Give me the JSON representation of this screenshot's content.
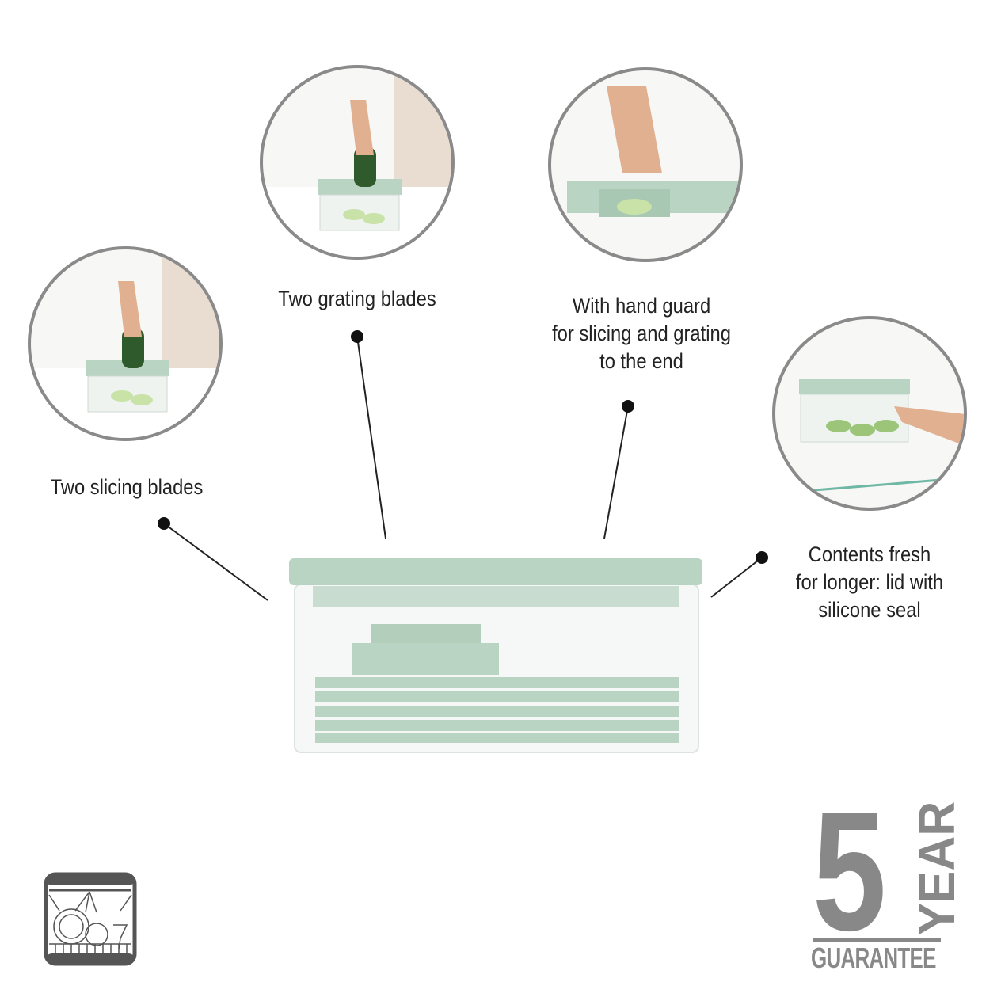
{
  "features": [
    {
      "label_lines": [
        "Two slicing blades"
      ]
    },
    {
      "label_lines": [
        "Two grating blades"
      ]
    },
    {
      "label_lines": [
        "With hand guard",
        "for slicing and grating",
        "to the end"
      ]
    },
    {
      "label_lines": [
        "Contents fresh",
        "for longer: lid with",
        "silicone seal"
      ]
    }
  ],
  "guarantee": {
    "number": "5",
    "unit": "YEAR",
    "word": "GUARANTEE"
  },
  "icons": [
    "dishwasher-safe-icon"
  ],
  "colors": {
    "product_green": "#b9d4c2",
    "badge_gray": "#888888",
    "line": "#222222"
  }
}
